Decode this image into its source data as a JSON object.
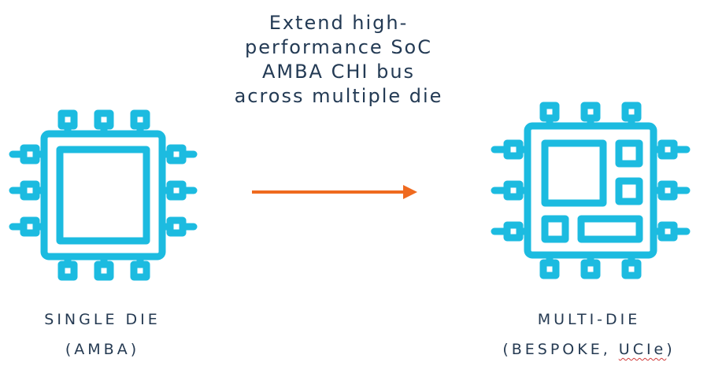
{
  "headline": {
    "lines": [
      "Extend high-",
      "performance SoC",
      "AMBA CHI bus",
      "across multiple die"
    ]
  },
  "left": {
    "caption_line1": "SINGLE DIE",
    "caption_line2": "(AMBA)"
  },
  "right": {
    "caption_line1": "MULTI-DIE",
    "caption_line2_pre": "(BESPOKE, ",
    "caption_line2_ucie": "UCIe",
    "caption_line2_post": ")"
  },
  "colors": {
    "chip": "#1cbbe0",
    "arrow": "#ef6a1f",
    "text": "#233a54"
  },
  "icons": {
    "left_chip": "single-die-chip-icon",
    "right_chip": "multi-die-chip-icon",
    "arrow": "right-arrow-icon"
  }
}
